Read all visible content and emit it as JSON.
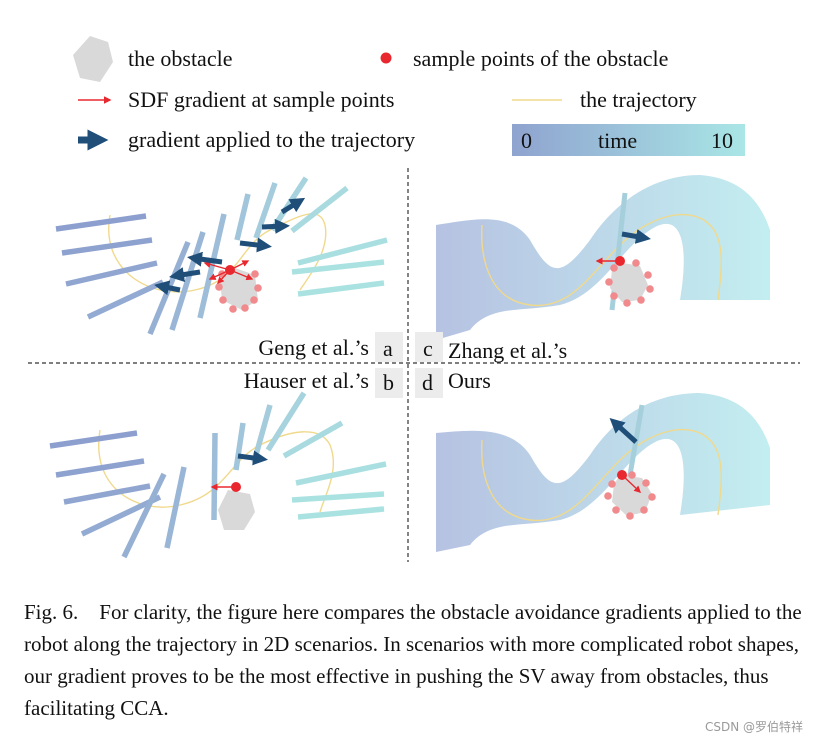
{
  "legend": {
    "obstacle": "the obstacle",
    "sample_points": "sample points of the obstacle",
    "sdf_gradient": "SDF gradient at sample points",
    "trajectory": "the trajectory",
    "applied_gradient": "gradient applied to the trajectory",
    "time_bar": {
      "start": "0",
      "label": "time",
      "end": "10"
    }
  },
  "panels": {
    "a": {
      "letter": "a",
      "title": "Geng et al.’s"
    },
    "b": {
      "letter": "b",
      "title": "Hauser et al.’s"
    },
    "c": {
      "letter": "c",
      "title": "Zhang et al.’s"
    },
    "d": {
      "letter": "d",
      "title": "Ours"
    }
  },
  "caption": "Fig. 6. For clarity, the figure here compares the obstacle avoidance gradients applied to the robot along the trajectory in 2D scenarios. In scenarios with more complicated robot shapes, our gradient proves to be the most effective in pushing the SV away from obstacles, thus facilitating CCA.",
  "watermark": "CSDN @罗伯特祥",
  "colors": {
    "time_start": "#8fa3cf",
    "time_end": "#a9e6e6",
    "obstacle": "#d9d9d9",
    "sample_point": "#e8282e",
    "arrow": "#1f4e79",
    "trajectory": "#f0d98c"
  }
}
